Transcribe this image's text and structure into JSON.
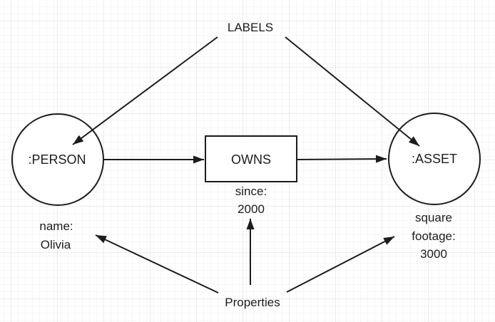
{
  "annotations": {
    "labels": "LABELS",
    "properties": "Properties"
  },
  "nodes": {
    "person": {
      "label": ":PERSON",
      "properties": [
        "name:",
        "Olivia"
      ]
    },
    "relationship": {
      "label": "OWNS",
      "properties": [
        "since:",
        "2000"
      ]
    },
    "asset": {
      "label": ":ASSET",
      "properties": [
        "square",
        "footage:",
        "3000"
      ]
    }
  },
  "colors": {
    "line": "#1c1c1c",
    "text": "#1c1c1c",
    "shape_fill": "#ffffff",
    "canvas_background": "#ffffff",
    "grid_minor": "#f6f6f6",
    "grid_major": "#ececec"
  }
}
